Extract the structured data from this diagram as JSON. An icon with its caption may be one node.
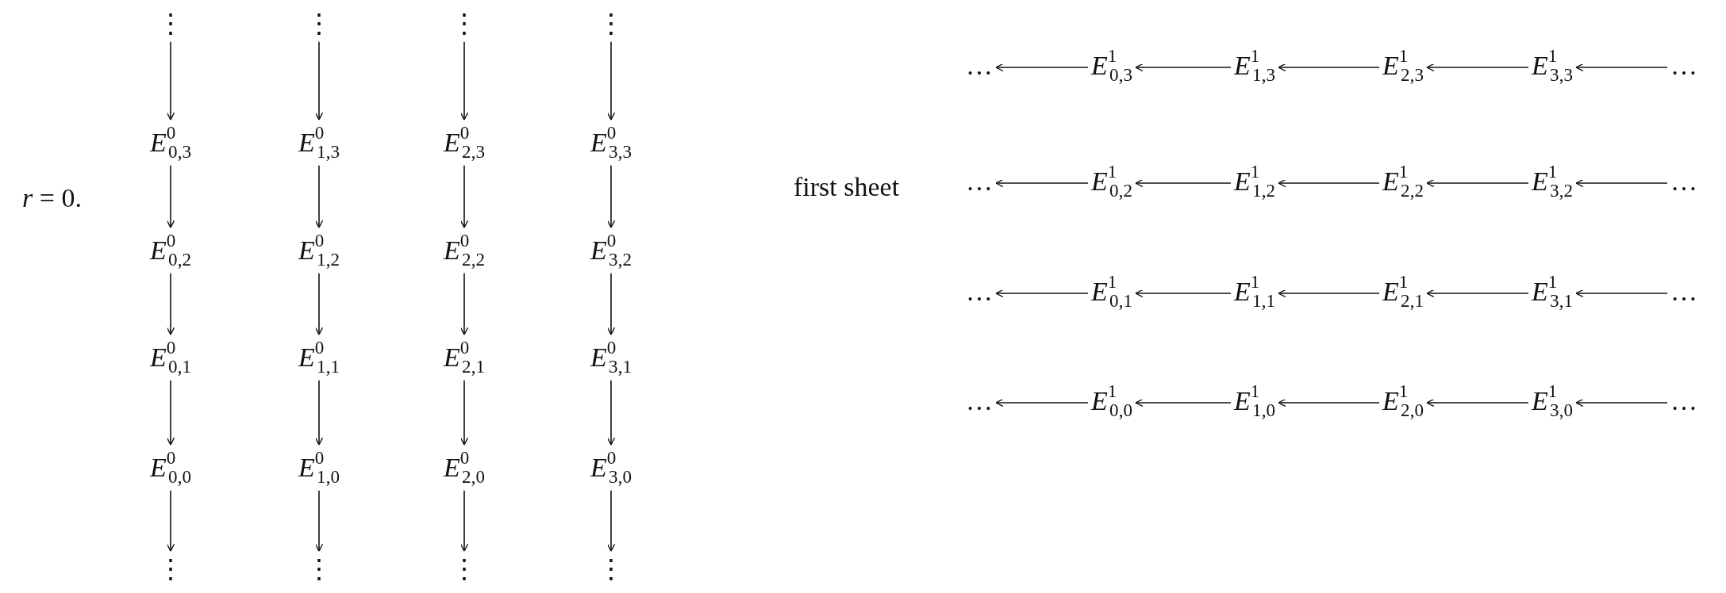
{
  "diagram": {
    "nodes": [
      {
        "text": [
          "⋮"
        ]
      },
      {
        "text": [
          "*E*$^{0}$$_{0,3}$"
        ]
      },
      {
        "text": [
          "*E*$^{0}$$_{0,2}$"
        ]
      },
      {
        "text": [
          "*E*$^{0}$$_{0,1}$"
        ]
      },
      {
        "text": [
          "*E*$^{0}$$_{0,0}$"
        ]
      },
      {
        "text": [
          "⋮"
        ]
      },
      {
        "text": [
          "⋮"
        ]
      },
      {
        "text": [
          "*E*$^{0}$$_{1,3}$"
        ]
      },
      {
        "text": [
          "*E*$^{0}$$_{1,2}$"
        ]
      },
      {
        "text": [
          "*E*$^{0}$$_{1,1}$"
        ]
      },
      {
        "text": [
          "*E*$^{0}$$_{1,0}$"
        ]
      },
      {
        "text": [
          "⋮"
        ]
      },
      {
        "text": [
          "⋮"
        ]
      },
      {
        "text": [
          "*E*$^{0}$$_{2,3}$"
        ]
      },
      {
        "text": [
          "*E*$^{0}$$_{2,2}$"
        ]
      },
      {
        "text": [
          "*E*$^{0}$$_{2,1}$"
        ]
      },
      {
        "text": [
          "*E*$^{0}$$_{2,0}$"
        ]
      },
      {
        "text": [
          "⋮"
        ]
      },
      {
        "text": [
          "⋮"
        ]
      },
      {
        "text": [
          "*E*$^{0}$$_{3,3}$"
        ]
      },
      {
        "text": [
          "*E*$^{0}$$_{3,2}$"
        ]
      },
      {
        "text": [
          "*E*$^{0}$$_{3,1}$"
        ]
      },
      {
        "text": [
          "*E*$^{0}$$_{3,0}$"
        ]
      },
      {
        "text": [
          "⋮"
        ]
      },
      {
        "text": [
          "…"
        ]
      },
      {
        "text": [
          "*E*$^{1}$$_{0,3}$"
        ]
      },
      {
        "text": [
          "*E*$^{1}$$_{1,3}$"
        ]
      },
      {
        "text": [
          "*E*$^{1}$$_{2,3}$"
        ]
      },
      {
        "text": [
          "*E*$^{1}$$_{3,3}$"
        ]
      },
      {
        "text": [
          "…"
        ]
      },
      {
        "text": [
          "…"
        ]
      },
      {
        "text": [
          "*E*$^{1}$$_{0,2}$"
        ]
      },
      {
        "text": [
          "*E*$^{1}$$_{1,2}$"
        ]
      },
      {
        "text": [
          "*E*$^{1}$$_{2,2}$"
        ]
      },
      {
        "text": [
          "*E*$^{1}$$_{3,2}$"
        ]
      },
      {
        "text": [
          "…"
        ]
      },
      {
        "text": [
          "…"
        ]
      },
      {
        "text": [
          "*E*$^{1}$$_{0,1}$"
        ]
      },
      {
        "text": [
          "*E*$^{1}$$_{1,1}$"
        ]
      },
      {
        "text": [
          "*E*$^{1}$$_{2,1}$"
        ]
      },
      {
        "text": [
          "*E*$^{1}$$_{3,1}$"
        ]
      },
      {
        "text": [
          "…"
        ]
      },
      {
        "text": [
          "…"
        ]
      },
      {
        "text": [
          "*E*$^{1}$$_{0,0}$"
        ]
      },
      {
        "text": [
          "*E*$^{1}$$_{1,0}$"
        ]
      },
      {
        "text": [
          "*E*$^{1}$$_{2,0}$"
        ]
      },
      {
        "text": [
          "*E*$^{1}$$_{3,0}$"
        ]
      },
      {
        "text": [
          "…"
        ]
      }
    ],
    "edges": [
      {
        "from": 0,
        "to": 1,
        "arrow": "to"
      },
      {
        "from": 1,
        "to": 2,
        "arrow": "to"
      },
      {
        "from": 2,
        "to": 3,
        "arrow": "to"
      },
      {
        "from": 3,
        "to": 4,
        "arrow": "to"
      },
      {
        "from": 4,
        "to": 5,
        "arrow": "to"
      },
      {
        "from": 6,
        "to": 7,
        "arrow": "to"
      },
      {
        "from": 7,
        "to": 8,
        "arrow": "to"
      },
      {
        "from": 8,
        "to": 9,
        "arrow": "to"
      },
      {
        "from": 9,
        "to": 10,
        "arrow": "to"
      },
      {
        "from": 10,
        "to": 11,
        "arrow": "to"
      },
      {
        "from": 12,
        "to": 13,
        "arrow": "to"
      },
      {
        "from": 13,
        "to": 14,
        "arrow": "to"
      },
      {
        "from": 14,
        "to": 15,
        "arrow": "to"
      },
      {
        "from": 15,
        "to": 16,
        "arrow": "to"
      },
      {
        "from": 16,
        "to": 17,
        "arrow": "to"
      },
      {
        "from": 18,
        "to": 19,
        "arrow": "to"
      },
      {
        "from": 19,
        "to": 20,
        "arrow": "to"
      },
      {
        "from": 20,
        "to": 21,
        "arrow": "to"
      },
      {
        "from": 21,
        "to": 22,
        "arrow": "to"
      },
      {
        "from": 22,
        "to": 23,
        "arrow": "to"
      },
      {
        "from": 25,
        "to": 24,
        "arrow": "to"
      },
      {
        "from": 26,
        "to": 25,
        "arrow": "to"
      },
      {
        "from": 27,
        "to": 26,
        "arrow": "to"
      },
      {
        "from": 28,
        "to": 27,
        "arrow": "to"
      },
      {
        "from": 29,
        "to": 28,
        "arrow": "to"
      },
      {
        "from": 31,
        "to": 30,
        "arrow": "to"
      },
      {
        "from": 32,
        "to": 31,
        "arrow": "to"
      },
      {
        "from": 33,
        "to": 32,
        "arrow": "to"
      },
      {
        "from": 34,
        "to": 33,
        "arrow": "to"
      },
      {
        "from": 35,
        "to": 34,
        "arrow": "to"
      },
      {
        "from": 37,
        "to": 36,
        "arrow": "to"
      },
      {
        "from": 38,
        "to": 37,
        "arrow": "to"
      },
      {
        "from": 39,
        "to": 38,
        "arrow": "to"
      },
      {
        "from": 40,
        "to": 39,
        "arrow": "to"
      },
      {
        "from": 41,
        "to": 40,
        "arrow": "to"
      },
      {
        "from": 43,
        "to": 42,
        "arrow": "to"
      },
      {
        "from": 44,
        "to": 43,
        "arrow": "to"
      },
      {
        "from": 45,
        "to": 44,
        "arrow": "to"
      },
      {
        "from": 46,
        "to": 45,
        "arrow": "to"
      },
      {
        "from": 47,
        "to": 46,
        "arrow": "to"
      }
    ],
    "labels": [
      "*r* = 0.",
      "first sheet"
    ]
  }
}
